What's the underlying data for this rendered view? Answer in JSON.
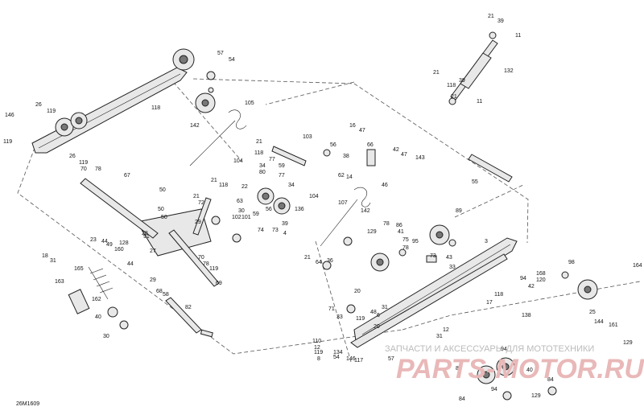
{
  "diagram_code": "26M1609",
  "watermark": {
    "line1": "ЗАПЧАСТИ И АКСЕССУАРЫ ДЛЯ МОТОТЕХНИКИ",
    "line2": "PARTS-MOTOR.RU"
  },
  "colors": {
    "ink": "#222222",
    "watermark_text": "#bbbbbb",
    "watermark_logo": "#e9b8b8"
  },
  "labels": [
    "21",
    "39",
    "11",
    "57",
    "54",
    "132",
    "21",
    "118",
    "21",
    "39",
    "11",
    "105",
    "26",
    "119",
    "118",
    "146",
    "119",
    "142",
    "103",
    "16",
    "47",
    "21",
    "118",
    "56",
    "38",
    "66",
    "42",
    "47",
    "143",
    "26",
    "119",
    "70",
    "78",
    "104",
    "34",
    "80",
    "77",
    "59",
    "77",
    "62",
    "14",
    "46",
    "55",
    "67",
    "21",
    "118",
    "22",
    "63",
    "102",
    "34",
    "104",
    "136",
    "107",
    "142",
    "50",
    "21",
    "72",
    "29",
    "30",
    "101",
    "59",
    "50",
    "56",
    "74",
    "73",
    "39",
    "78",
    "86",
    "89",
    "28",
    "91",
    "4",
    "3",
    "75",
    "95",
    "43",
    "23",
    "44",
    "49",
    "128",
    "50",
    "41",
    "78",
    "18",
    "31",
    "165",
    "160",
    "27",
    "70",
    "78",
    "129",
    "21",
    "64",
    "36",
    "73",
    "33",
    "118",
    "163",
    "162",
    "29",
    "119",
    "69",
    "44",
    "120",
    "94",
    "42",
    "168",
    "71",
    "20",
    "31",
    "48",
    "68",
    "58",
    "33",
    "119",
    "20",
    "6",
    "12",
    "54",
    "117",
    "98",
    "138",
    "164",
    "82",
    "40",
    "17",
    "25",
    "144",
    "161",
    "30",
    "110",
    "119",
    "8",
    "134",
    "31",
    "12",
    "146",
    "57",
    "84",
    "84",
    "94",
    "84",
    "40",
    "94",
    "129",
    "129"
  ]
}
